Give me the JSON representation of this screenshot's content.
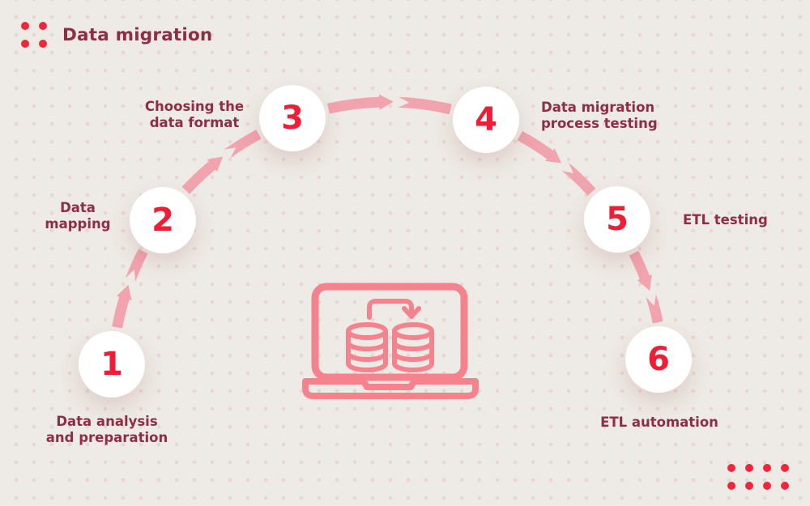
{
  "title": "Data migration",
  "colors": {
    "background": "#EEEAE5",
    "ribbon_pink": "#F1A4AE",
    "icon_pink": "#F5838D",
    "number_red": "#EF1E36",
    "decorative_dot_red": "#F2263A",
    "text_maroon": "#8E2E46"
  },
  "decorations": {
    "top_left_dots": "dot-grid-2x2",
    "bottom_right_dots": "dot-grid-4x2"
  },
  "center_icon": "laptop-database-transfer-icon",
  "steps": [
    {
      "number": "1",
      "label": "Data analysis\nand preparation"
    },
    {
      "number": "2",
      "label": "Data\nmapping"
    },
    {
      "number": "3",
      "label": "Choosing the\ndata format"
    },
    {
      "number": "4",
      "label": "Data migration\nprocess testing"
    },
    {
      "number": "5",
      "label": "ETL testing"
    },
    {
      "number": "6",
      "label": "ETL automation"
    }
  ]
}
